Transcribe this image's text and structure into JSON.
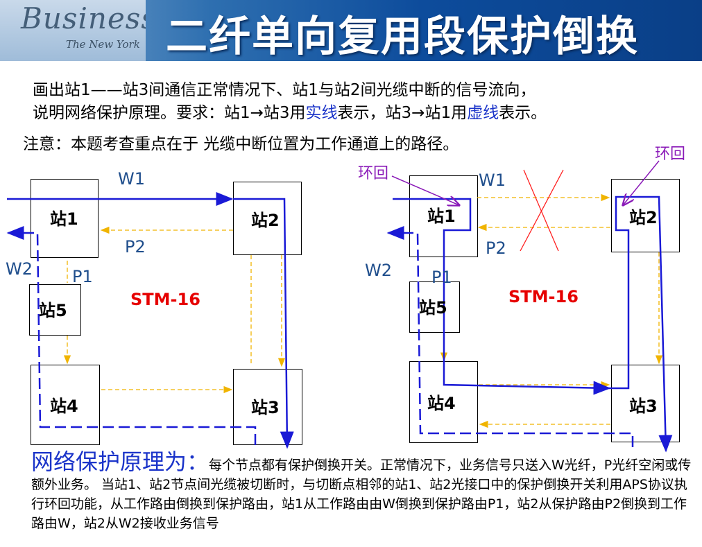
{
  "header": {
    "logo_text": "Business",
    "logo_sub": "The New York",
    "title": "二纤单向复用段保护倒换"
  },
  "intro": {
    "line1": "画出站1——站3间通信正常情况下、站1与站2间光缆中断的信号流向，",
    "line2_a": "说明网络保护原理。要求：站1→站3用",
    "line2_solid": "实线",
    "line2_b": "表示，站3→站1用",
    "line2_dashed": "虚线",
    "line2_c": "表示。",
    "note": "注意：本题考查重点在于  光缆中断位置为工作通道上的路径。"
  },
  "left": {
    "stations": {
      "s1": "站1",
      "s2": "站2",
      "s3": "站3",
      "s4": "站4",
      "s5": "站5"
    },
    "labels": {
      "w1": "W1",
      "w2": "W2",
      "p1": "P1",
      "p2": "P2"
    },
    "stm": "STM-16"
  },
  "right": {
    "stations": {
      "s1": "站1",
      "s2": "站2",
      "s3": "站3",
      "s4": "站4",
      "s5": "站5"
    },
    "labels": {
      "w1": "W1",
      "w2": "W2",
      "p1": "P1",
      "p2": "P2"
    },
    "stm": "STM-16",
    "loop_left": "环回",
    "loop_right": "环回"
  },
  "principle": {
    "lead": "网络保护原理为：",
    "text": "每个节点都有保护倒换开关。正常情况下，业务信号只送入W光纤，P光纤空闲或传额外业务。 当站1、站2节点间光缆被切断时，与切断点相邻的站1、站2光接口中的保护倒换开关利用APS协议执行环回功能，从工作路由倒换到保护路由，站1从工作路由由W倒换到保护路由P1，站2从保护路由P2倒换到工作路由W，站2从W2接收业务信号"
  },
  "colors": {
    "working": "#1a1ad6",
    "protect": "#f0b400",
    "cut": "#ff2020",
    "loop": "#8a1ab8"
  }
}
